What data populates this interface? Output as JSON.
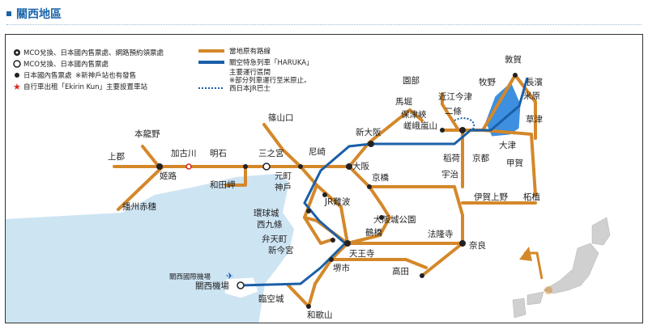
{
  "header": {
    "title": "關西地區"
  },
  "legend": {
    "mco_full": "MCO兌換、日本國內售票處、網路預約領票處",
    "mco_basic": "MCO兌換、日本國內售票處",
    "ticket_office": "日本國內售票處",
    "ticket_note": "※新神戶站也有發售",
    "bike": "自行車出租「Ekirin Kun」主要設置車站",
    "local_line": "當地原有路線",
    "haruka_line": "關空特急列車「HARUKA」",
    "haruka_line2": "主要運行區間",
    "haruka_note": "※部分列車運行至米原止。",
    "bus": "西日本JR巴士"
  },
  "colors": {
    "line": "#d4882a",
    "haruka": "#1a5fa8",
    "sea": "#cde4f3",
    "lake": "#3d8fe0",
    "bike": "#d9261c",
    "header": "#1a64a8"
  },
  "stations": [
    {
      "id": "tsuruga",
      "name": "敦賀"
    },
    {
      "id": "nagahama",
      "name": "長濱"
    },
    {
      "id": "maibara",
      "name": "米原"
    },
    {
      "id": "makino",
      "name": "牧野"
    },
    {
      "id": "kusatsu",
      "name": "草津"
    },
    {
      "id": "otsu",
      "name": "大津"
    },
    {
      "id": "kyoto",
      "name": "京都"
    },
    {
      "id": "ominaimazu",
      "name": "近江今津"
    },
    {
      "id": "nijo",
      "name": "二條"
    },
    {
      "id": "sonobe",
      "name": "園部"
    },
    {
      "id": "umahori",
      "name": "馬堀"
    },
    {
      "id": "hozukyo",
      "name": "保津峽"
    },
    {
      "id": "sagaarashiyama",
      "name": "嵯峨嵐山"
    },
    {
      "id": "inari",
      "name": "稻荷"
    },
    {
      "id": "uji",
      "name": "宇治"
    },
    {
      "id": "koka",
      "name": "甲賀"
    },
    {
      "id": "tsuge",
      "name": "柘植"
    },
    {
      "id": "igaueno",
      "name": "伊賀上野"
    },
    {
      "id": "nara",
      "name": "奈良"
    },
    {
      "id": "horyuji",
      "name": "法隆寺"
    },
    {
      "id": "takada",
      "name": "高田"
    },
    {
      "id": "shinosaka",
      "name": "新大阪"
    },
    {
      "id": "osaka",
      "name": "大阪"
    },
    {
      "id": "kyobashi",
      "name": "京橋"
    },
    {
      "id": "jrnamba",
      "name": "JR難波"
    },
    {
      "id": "osakajokoen",
      "name": "大阪城公園"
    },
    {
      "id": "tsuruhashi",
      "name": "鶴橋"
    },
    {
      "id": "tennoji",
      "name": "天王寺"
    },
    {
      "id": "shinimamiya",
      "name": "新今宮"
    },
    {
      "id": "bentencho",
      "name": "弁天町"
    },
    {
      "id": "nishikujo",
      "name": "西九條"
    },
    {
      "id": "universal",
      "name": "環球城"
    },
    {
      "id": "sakai",
      "name": "堺市"
    },
    {
      "id": "wakayama",
      "name": "和歌山"
    },
    {
      "id": "rinkujo",
      "name": "臨空城"
    },
    {
      "id": "kansaiairport",
      "name": "關西機場"
    },
    {
      "id": "kix",
      "name": "關西國際機場"
    },
    {
      "id": "sasayamaguchi",
      "name": "篠山口"
    },
    {
      "id": "amagasaki",
      "name": "尼崎"
    },
    {
      "id": "sannomiya",
      "name": "三之宮"
    },
    {
      "id": "motomachi",
      "name": "元町"
    },
    {
      "id": "kobe",
      "name": "神戶"
    },
    {
      "id": "wadamisaki",
      "name": "和田岬"
    },
    {
      "id": "akashi",
      "name": "明石"
    },
    {
      "id": "kakogawa",
      "name": "加古川"
    },
    {
      "id": "himeji",
      "name": "姬路"
    },
    {
      "id": "kamigori",
      "name": "上郡"
    },
    {
      "id": "hontatsuno",
      "name": "本龍野"
    },
    {
      "id": "banshuako",
      "name": "播州赤穗"
    }
  ]
}
